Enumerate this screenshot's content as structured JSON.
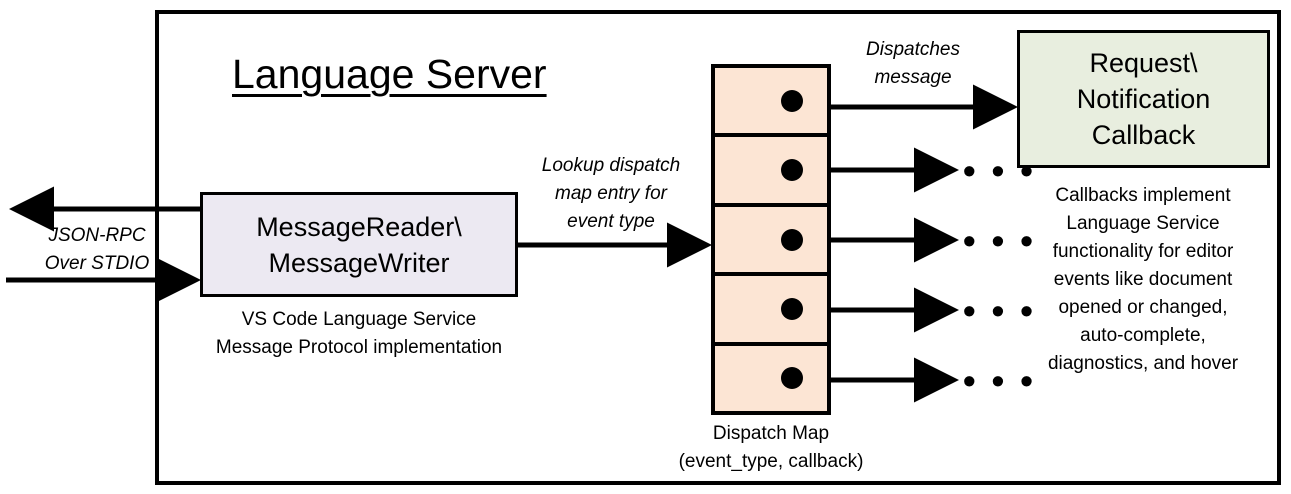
{
  "diagram": {
    "title": "Language Server",
    "container_name": "Language Server boundary"
  },
  "external_link": {
    "label_line1": "JSON-RPC",
    "label_line2": "Over STDIO",
    "inbound_direction": "into-server",
    "outbound_direction": "out-of-server"
  },
  "reader_node": {
    "line1": "MessageReader\\",
    "line2": "MessageWriter",
    "fill": "#ECE9F2",
    "caption_line1": "VS Code Language Service",
    "caption_line2": "Message Protocol implementation"
  },
  "lookup_edge": {
    "line1": "Lookup dispatch",
    "line2": "map entry for",
    "line3": "event type"
  },
  "dispatch_map": {
    "fill": "#FCE5D4",
    "row_count": 5,
    "caption_line1": "Dispatch Map",
    "caption_line2": "(event_type, callback)",
    "rows": [
      {
        "index": 1,
        "marker": "callback-dot",
        "target": "Request\\Notification Callback"
      },
      {
        "index": 2,
        "marker": "callback-dot",
        "target": "..."
      },
      {
        "index": 3,
        "marker": "callback-dot",
        "target": "..."
      },
      {
        "index": 4,
        "marker": "callback-dot",
        "target": "..."
      },
      {
        "index": 5,
        "marker": "callback-dot",
        "target": "..."
      }
    ]
  },
  "dispatch_edge": {
    "line1": "Dispatches",
    "line2": "message"
  },
  "callback_node": {
    "line1": "Request\\",
    "line2": "Notification",
    "line3": "Callback",
    "fill": "#E8EEDF",
    "caption_line1": "Callbacks implement",
    "caption_line2": "Language Service",
    "caption_line3": "functionality for editor",
    "caption_line4": "events like document",
    "caption_line5": "opened or changed,",
    "caption_line6": "auto-complete,",
    "caption_line7": "diagnostics, and hover"
  },
  "ellipsis": {
    "glyph": "• • •"
  },
  "colors": {
    "stroke": "#000000",
    "background": "#FFFFFF",
    "reader_fill": "#ECE9F2",
    "map_fill": "#FCE5D4",
    "callback_fill": "#E8EEDF"
  }
}
